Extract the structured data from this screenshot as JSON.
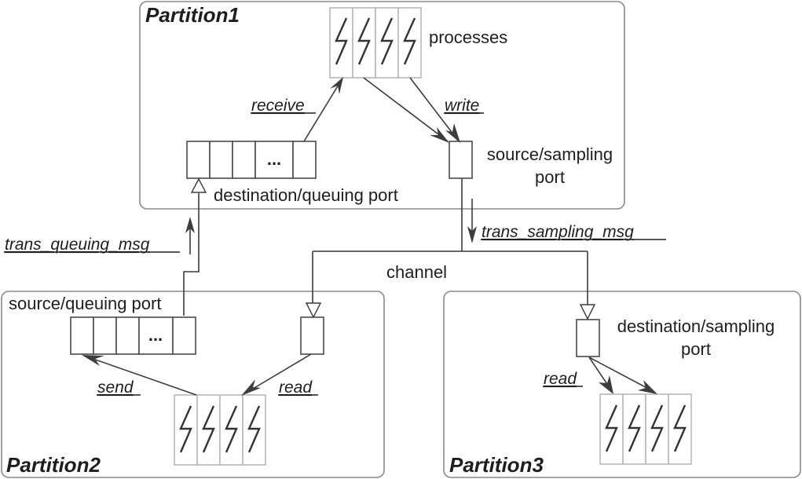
{
  "diagram": {
    "partitions": [
      {
        "id": "partition1",
        "title": "Partition1"
      },
      {
        "id": "partition2",
        "title": "Partition2"
      },
      {
        "id": "partition3",
        "title": "Partition3"
      }
    ],
    "labels": {
      "processes": "processes",
      "p1_destination_queuing_port": "destination/queuing port",
      "p1_source_sampling_port_line1": "source/sampling",
      "p1_source_sampling_port_line2": "port",
      "p2_source_queuing_port": "source/queuing port",
      "p3_destination_sampling_port_line1": "destination/sampling",
      "p3_destination_sampling_port_line2": "port",
      "channel": "channel",
      "queue_ellipsis": "..."
    },
    "actions": {
      "receive": "receive",
      "write": "write",
      "trans_queuing_msg": "trans_queuing_msg",
      "trans_sampling_msg": "trans_sampling_msg",
      "send": "send",
      "p2_read": "read",
      "p3_read": "read"
    },
    "process_count": 4,
    "queue_cells": 5,
    "colors": {
      "partition_border": "#8a8a8a",
      "port_border": "#4a4a4a",
      "process_border": "#b8b8b8",
      "line": "#3c3c3c",
      "text": "#1e1e1e"
    }
  }
}
